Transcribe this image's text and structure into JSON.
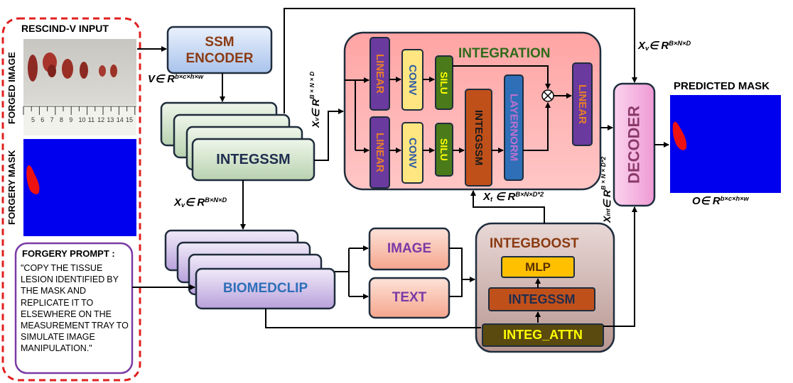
{
  "input_panel": {
    "title": "RESCIND-V INPUT",
    "forged_image_label": "FORGED IMAGE",
    "forgery_mask_label": "FORGERY MASK",
    "ruler_numbers": [
      "5",
      "6",
      "7",
      "8",
      "9",
      "10",
      "11",
      "12",
      "13",
      "14",
      "15"
    ],
    "prompt_title": "FORGERY PROMPT :",
    "prompt_text": "\"COPY THE TISSUE LESION IDENTIFIED BY THE MASK AND REPLICATE IT TO ELSEWHERE ON THE MEASUREMENT TRAY TO SIMULATE IMAGE MANIPULATION.\""
  },
  "ssm_encoder": {
    "line1": "SSM",
    "line2": "ENCODER"
  },
  "integssm_stack": {
    "label": "INTEGSSM"
  },
  "biomedclip_stack": {
    "label": "BIOMEDCLIP"
  },
  "image_box": "IMAGE",
  "text_box": "TEXT",
  "integration": {
    "title": "INTEGRATION",
    "linear_top": "LINEAR",
    "linear_bottom": "LINEAR",
    "conv_top": "CONV",
    "conv_bottom": "CONV",
    "silu_top": "SILU",
    "silu_bottom": "SILU",
    "integssm": "INTEGSSM",
    "layernorm": "LAYERNORM",
    "linear_out": "LINEAR",
    "multiply_symbol": "⊗"
  },
  "integboost": {
    "title": "INTEGBOOST",
    "mlp": "MLP",
    "integssm": "INTEGSSM",
    "integ_attn": "INTEG_ATTN"
  },
  "decoder": "DECODER",
  "predicted_mask_title": "PREDICTED MASK",
  "math": {
    "v_var": "V∈ R",
    "v_sup": "b×c×h×w",
    "xv_top_var": "X",
    "xv_top_sub": "v",
    "xv_top_in": "∈ R",
    "xv_top_sup": "B×N×D",
    "xv_side_var": "X",
    "xv_side_sub": "v",
    "xv_side_in": "∈ R",
    "xv_side_sup": "B×N×D",
    "xv_mid_var": "X",
    "xv_mid_sub": "v",
    "xv_mid_in": "∈ R",
    "xv_mid_sup": "B×N×D",
    "xt_var": "X",
    "xt_sub": "t",
    "xt_in": " ∈ R",
    "xt_sup": "B×N×D*2",
    "xint_var": "X",
    "xint_sub": "int",
    "xint_in": "∈ R",
    "xint_sup": "B×N×D*2",
    "o_var": "O∈ R",
    "o_sup": "b×c×h×w"
  },
  "colors": {
    "dashed_border": "#e02020",
    "mask_blue": "#0000ee",
    "mask_red": "#ee1111",
    "linear_purple": "#6a3a9e",
    "linear_text": "#e87f2a",
    "conv_yellow": "#ffe680",
    "conv_text": "#2e5aa8",
    "silu_green": "#4a7a1a",
    "silu_text": "#ffff00",
    "integssm_orange": "#c0501a",
    "layernorm_blue": "#2e6fb8",
    "layernorm_text": "#c070d0",
    "integration_red": "#f07a7a",
    "integboost_tan": "#c8a09a",
    "decoder_pink": "#f0a8d8"
  }
}
